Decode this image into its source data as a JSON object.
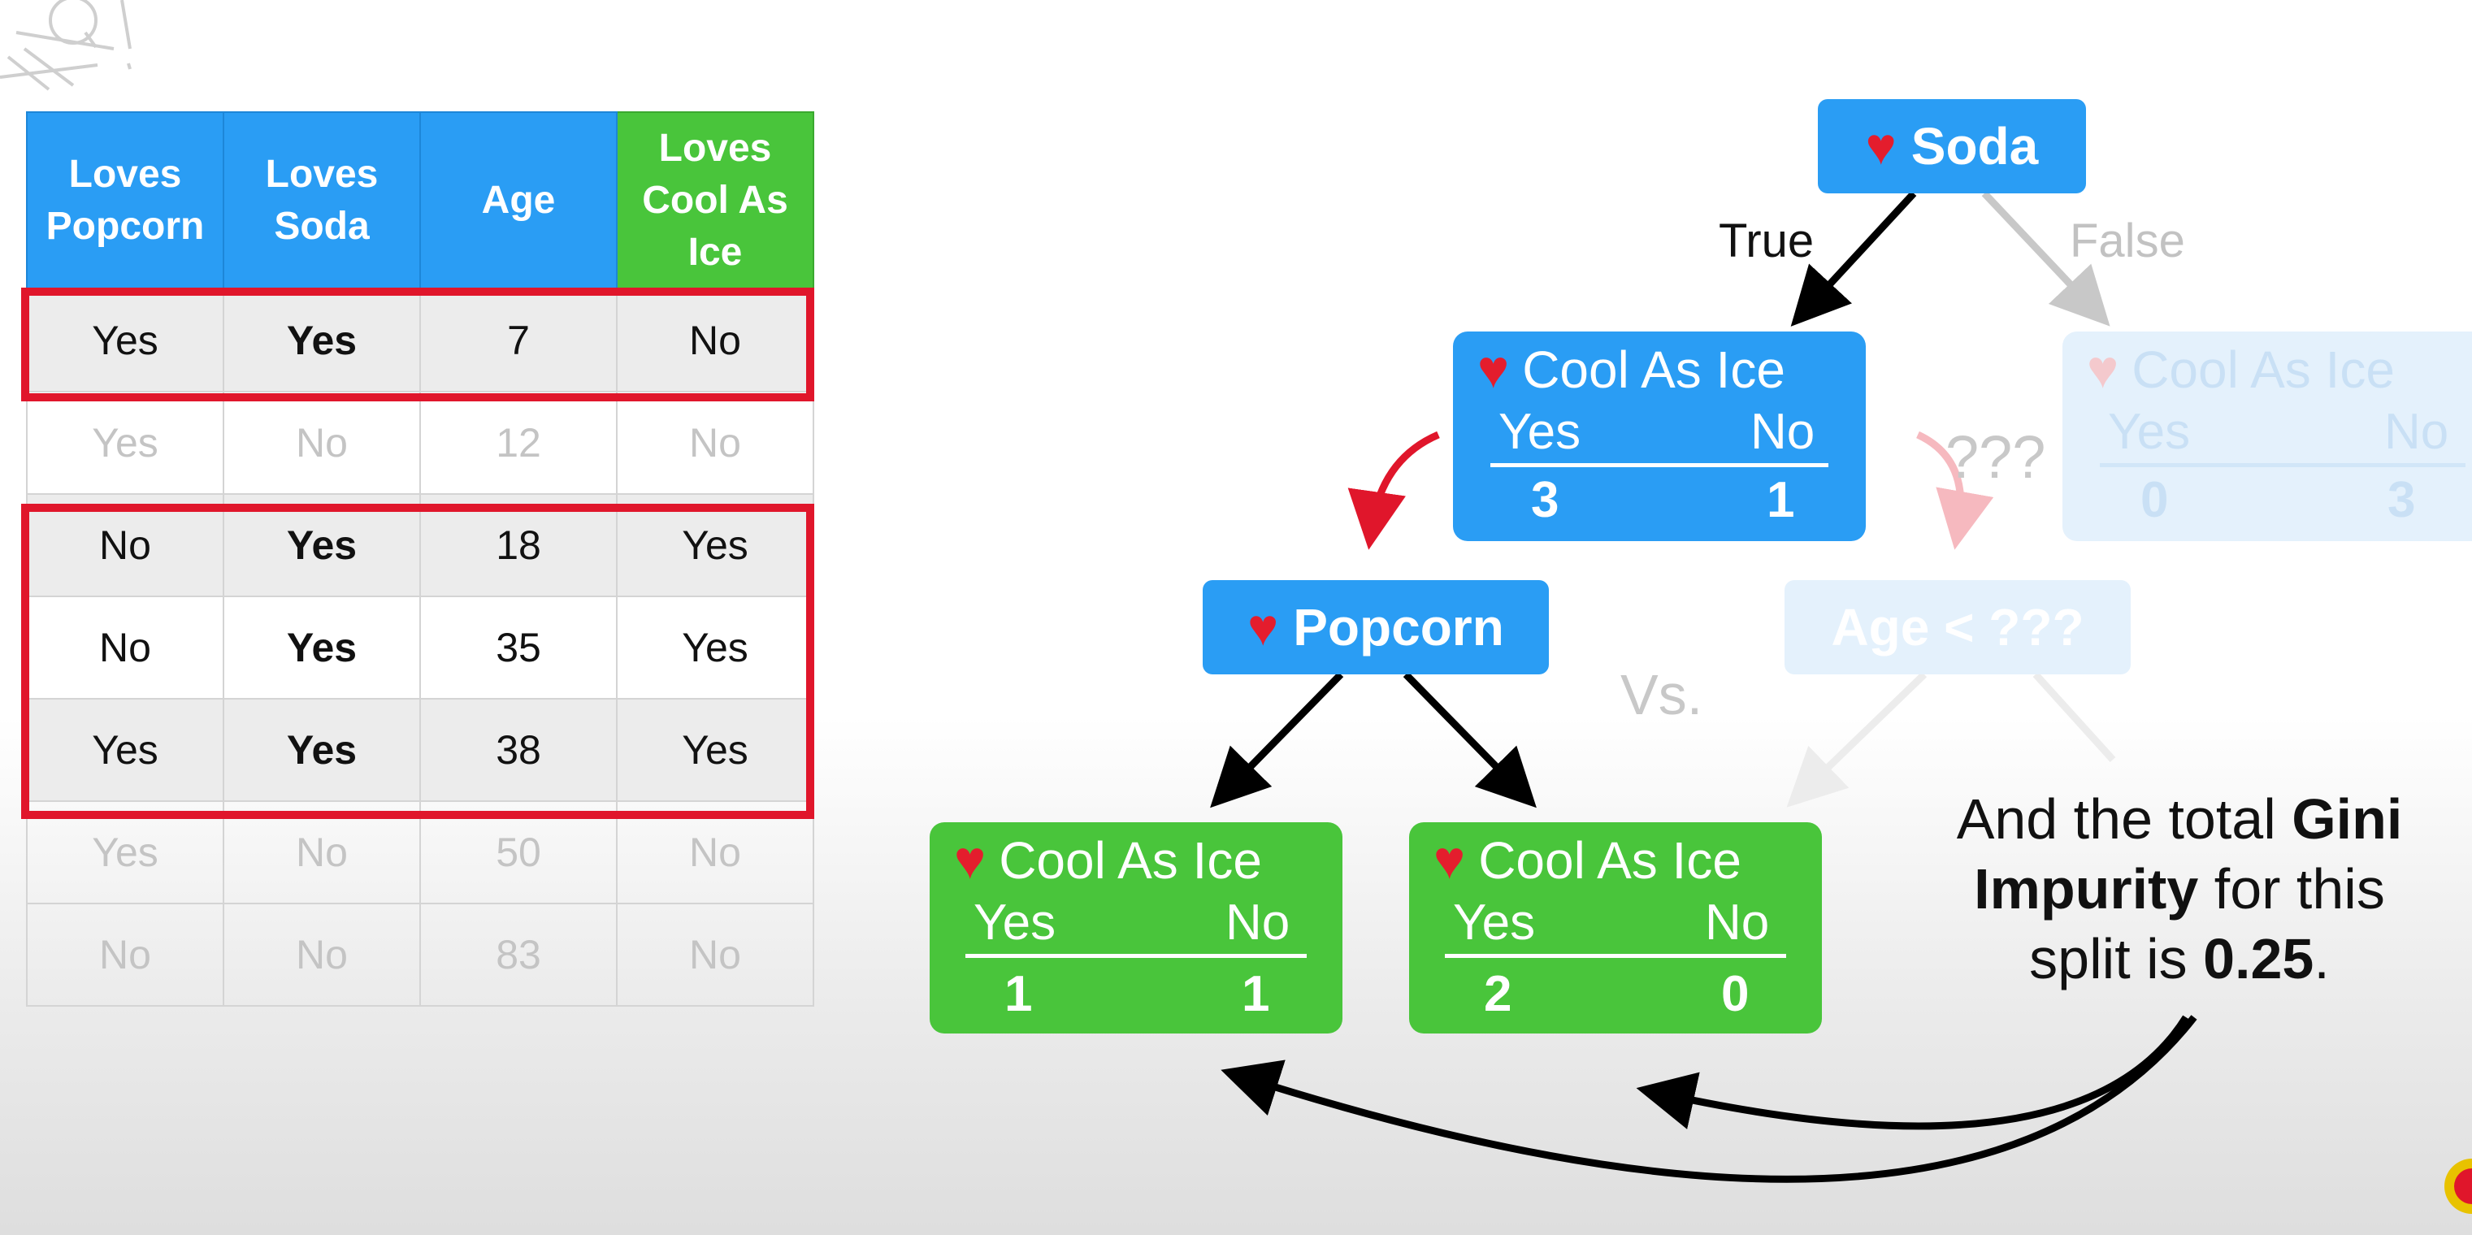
{
  "table": {
    "headers": [
      "Loves Popcorn",
      "Loves Soda",
      "Age",
      "Loves Cool As Ice"
    ],
    "rows": [
      [
        "Yes",
        "Yes",
        "7",
        "No"
      ],
      [
        "Yes",
        "No",
        "12",
        "No"
      ],
      [
        "No",
        "Yes",
        "18",
        "Yes"
      ],
      [
        "No",
        "Yes",
        "35",
        "Yes"
      ],
      [
        "Yes",
        "Yes",
        "38",
        "Yes"
      ],
      [
        "Yes",
        "No",
        "50",
        "No"
      ],
      [
        "No",
        "No",
        "83",
        "No"
      ]
    ]
  },
  "tree": {
    "root": {
      "title": "Soda"
    },
    "edge_true": "True",
    "edge_false": "False",
    "left": {
      "title": "Cool As Ice",
      "yes_label": "Yes",
      "no_label": "No",
      "yes": "3",
      "no": "1"
    },
    "right": {
      "title": "Cool As Ice",
      "yes_label": "Yes",
      "no_label": "No",
      "yes": "0",
      "no": "3"
    },
    "unknown": "???",
    "popcorn": {
      "title": "Popcorn"
    },
    "age": {
      "title": "Age < ???"
    },
    "vs": "Vs.",
    "leaf_left": {
      "title": "Cool As Ice",
      "yes_label": "Yes",
      "no_label": "No",
      "yes": "1",
      "no": "1"
    },
    "leaf_right": {
      "title": "Cool As Ice",
      "yes_label": "Yes",
      "no_label": "No",
      "yes": "2",
      "no": "0"
    }
  },
  "caption": {
    "line1_a": "And the total ",
    "line1_b": "Gini",
    "line2_a": "Impurity",
    "line2_b": " for this",
    "line3_a": "split is ",
    "line3_b": "0.25",
    "line3_c": "."
  },
  "colors": {
    "blue": "#2a9df4",
    "green": "#49c53b",
    "red": "#e0162b"
  }
}
